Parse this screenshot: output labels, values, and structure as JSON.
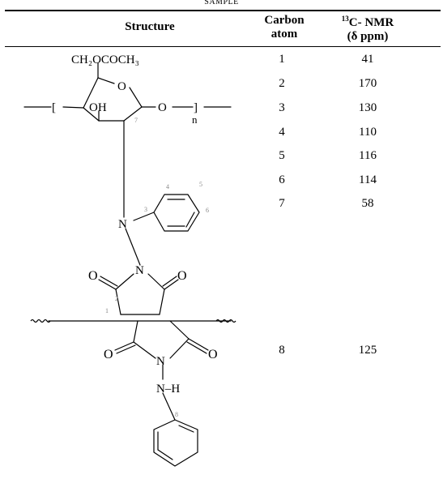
{
  "caption": "SAMPLE",
  "table": {
    "headers": {
      "structure": "Structure",
      "carbon_line1": "Carbon",
      "carbon_line2": "atom",
      "nmr_sup": "13",
      "nmr_line1": "C- NMR",
      "nmr_line2": "(δ ppm)"
    },
    "rows": [
      {
        "atom": "1",
        "shift": "41"
      },
      {
        "atom": "2",
        "shift": "170"
      },
      {
        "atom": "3",
        "shift": "130"
      },
      {
        "atom": "4",
        "shift": "110"
      },
      {
        "atom": "5",
        "shift": "116"
      },
      {
        "atom": "6",
        "shift": "114"
      },
      {
        "atom": "7",
        "shift": "58"
      },
      {
        "atom": "8",
        "shift": "125"
      }
    ]
  },
  "structure_labels": {
    "acetate": "CH₂OCOCH₃",
    "ring_o": "O",
    "hydroxyl": "OH",
    "bridge_o": "O",
    "open_bracket": "[",
    "close_bracket": "]",
    "subscript_n": "n",
    "nitrogen": "N",
    "imide_n": "N",
    "imide_o_left": "O",
    "imide_o_right": "O",
    "lower_n": "N",
    "lower_o_left": "O",
    "lower_o_right": "O",
    "nh": "N–H",
    "num_1": "1",
    "num_2": "2",
    "num_3": "3",
    "num_4": "4",
    "num_5": "5",
    "num_6": "6",
    "num_7": "7",
    "num_8": "8"
  }
}
